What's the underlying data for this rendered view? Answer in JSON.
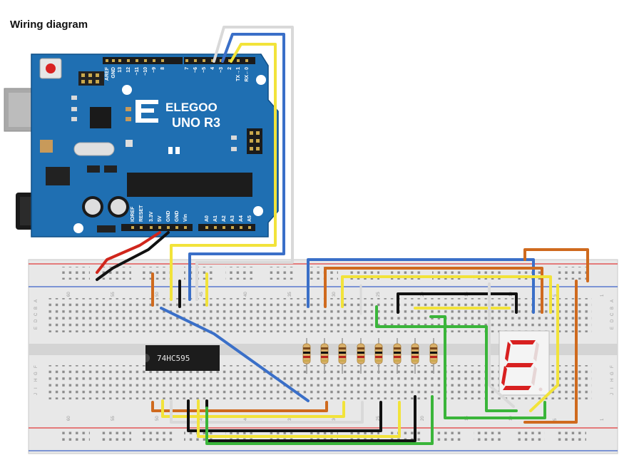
{
  "title": "Wiring diagram",
  "board": {
    "brand": "ELEGOO",
    "model": "UNO R3",
    "digital_header_labels": [
      "AREF",
      "GND",
      "13",
      "12",
      "~11",
      "~10",
      "~9",
      "8",
      "7",
      "~6",
      "~5",
      "4",
      "~3",
      "2",
      "TX→1",
      "RX←0"
    ],
    "power_header_labels": [
      "IOREF",
      "RESET",
      "3.3V",
      "5V",
      "GND",
      "GND",
      "Vin"
    ],
    "analog_header_labels": [
      "A0",
      "A1",
      "A2",
      "A3",
      "A4",
      "A5"
    ]
  },
  "breadboard": {
    "row_letters_left": [
      "A",
      "B",
      "C",
      "D",
      "E",
      "F",
      "G",
      "H",
      "I",
      "J"
    ],
    "row_letters_right": [
      "A",
      "B",
      "C",
      "D",
      "E",
      "F",
      "G",
      "H",
      "I",
      "J"
    ],
    "column_numbers_top": [
      "60",
      "55",
      "50",
      "45",
      "40",
      "35",
      "30",
      "25",
      "20",
      "15",
      "10",
      "5",
      "1"
    ],
    "column_numbers_bottom": [
      "60",
      "55",
      "50",
      "45",
      "40",
      "35",
      "30",
      "25",
      "20",
      "15",
      "10",
      "5",
      "1"
    ]
  },
  "chip": {
    "label": "74HC595"
  },
  "display": {
    "digit_shown": "E"
  },
  "colors": {
    "board": "#1f6fb2",
    "board_dark": "#16598f",
    "wire_white": "#d9d9d9",
    "wire_blue": "#3a6fc8",
    "wire_yellow": "#f2e33a",
    "wire_orange": "#cf6a1e",
    "wire_green": "#3ab53a",
    "wire_black": "#111111",
    "wire_red": "#d0261c",
    "segment_on": "#d82020"
  }
}
